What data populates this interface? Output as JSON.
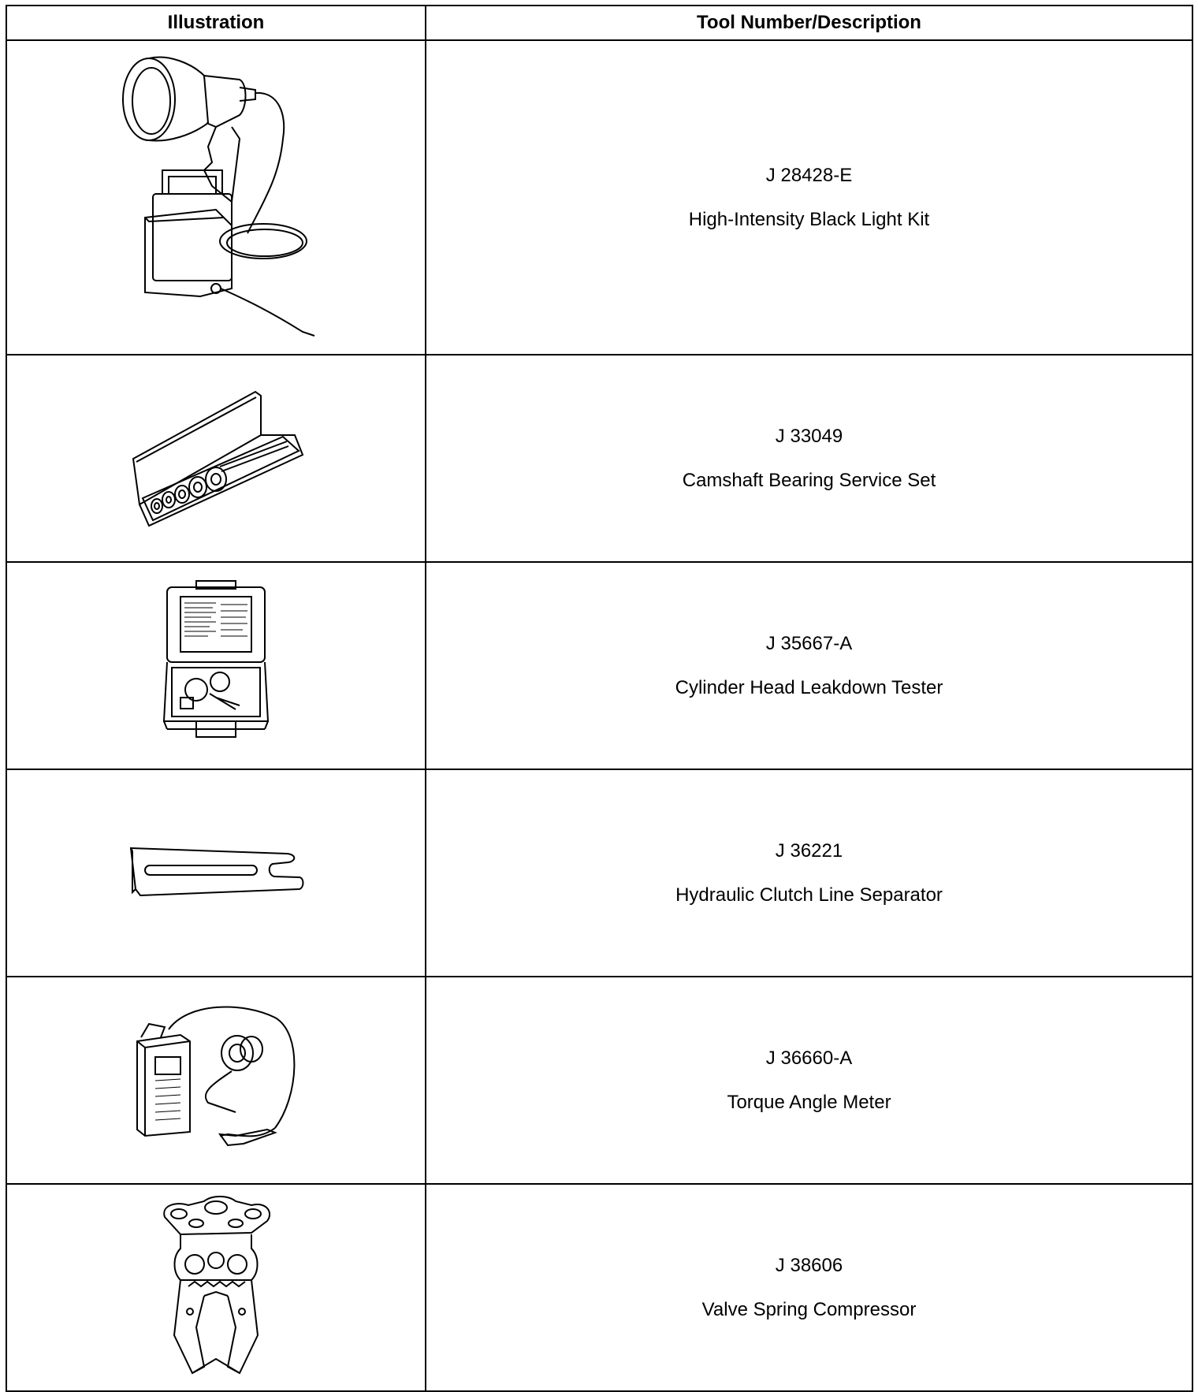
{
  "table": {
    "headers": [
      "Illustration",
      "Tool Number/Description"
    ],
    "rows": [
      {
        "tool_number": "J 28428-E",
        "description": "High-Intensity Black Light Kit",
        "illustration": "black-light-kit-illustration"
      },
      {
        "tool_number": "J 33049",
        "description": "Camshaft Bearing Service Set",
        "illustration": "camshaft-bearing-set-illustration"
      },
      {
        "tool_number": "J 35667-A",
        "description": "Cylinder Head Leakdown Tester",
        "illustration": "leakdown-tester-illustration"
      },
      {
        "tool_number": "J 36221",
        "description": "Hydraulic Clutch Line Separator",
        "illustration": "clutch-line-separator-illustration"
      },
      {
        "tool_number": "J 36660-A",
        "description": "Torque Angle Meter",
        "illustration": "torque-angle-meter-illustration"
      },
      {
        "tool_number": "J 38606",
        "description": "Valve Spring Compressor",
        "illustration": "valve-spring-compressor-illustration"
      }
    ]
  }
}
